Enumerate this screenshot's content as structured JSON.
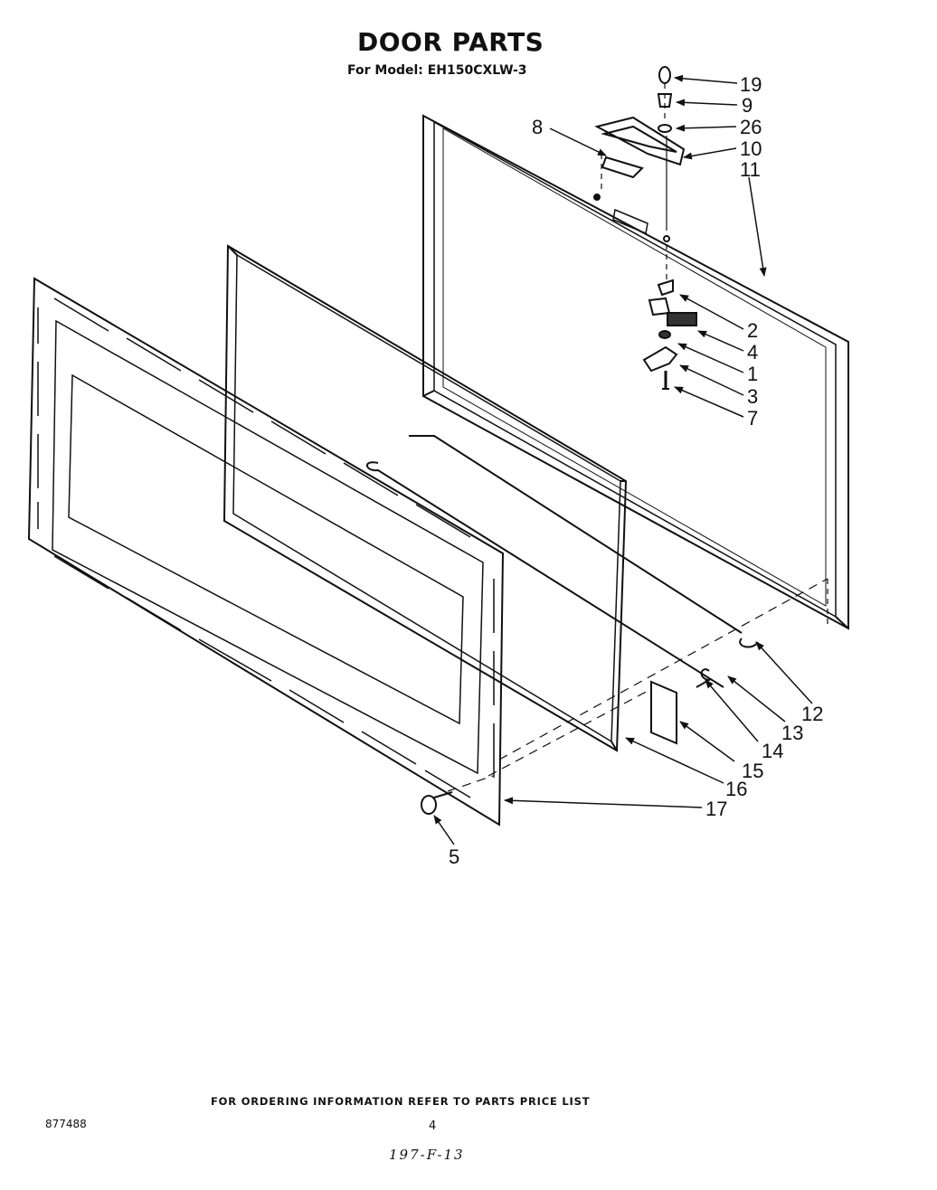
{
  "header": {
    "title": "DOOR PARTS",
    "model_prefix": "For Model: ",
    "model": "EH150CXLW-3"
  },
  "callouts": [
    {
      "id": "c19",
      "text": "19"
    },
    {
      "id": "c9",
      "text": "9"
    },
    {
      "id": "c26",
      "text": "26"
    },
    {
      "id": "c10",
      "text": "10"
    },
    {
      "id": "c11",
      "text": "11"
    },
    {
      "id": "c8",
      "text": "8"
    },
    {
      "id": "c2",
      "text": "2"
    },
    {
      "id": "c4",
      "text": "4"
    },
    {
      "id": "c1",
      "text": "1"
    },
    {
      "id": "c3",
      "text": "3"
    },
    {
      "id": "c7",
      "text": "7"
    },
    {
      "id": "c12",
      "text": "12"
    },
    {
      "id": "c13",
      "text": "13"
    },
    {
      "id": "c14",
      "text": "14"
    },
    {
      "id": "c15",
      "text": "15"
    },
    {
      "id": "c16",
      "text": "16"
    },
    {
      "id": "c17",
      "text": "17"
    },
    {
      "id": "c5",
      "text": "5"
    }
  ],
  "footer": {
    "ordering_note": "FOR ORDERING INFORMATION REFER TO PARTS PRICE LIST",
    "doc_number": "877488",
    "page_number": "4",
    "handwritten_code": "197-F-13"
  }
}
